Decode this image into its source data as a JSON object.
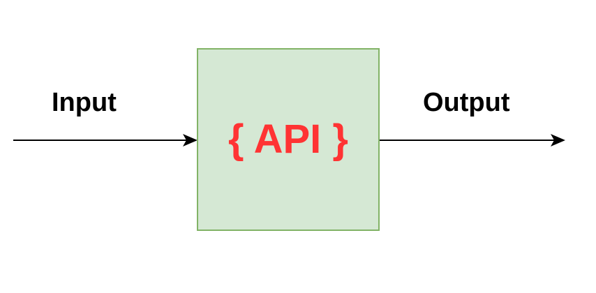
{
  "diagram": {
    "input_label": "Input",
    "output_label": "Output",
    "box_label": "{ API }"
  },
  "colors": {
    "box_fill": "#d5e8d4",
    "box_stroke": "#82b366",
    "box_text": "#ff3333",
    "arrow": "#000000",
    "label_text": "#000000"
  }
}
